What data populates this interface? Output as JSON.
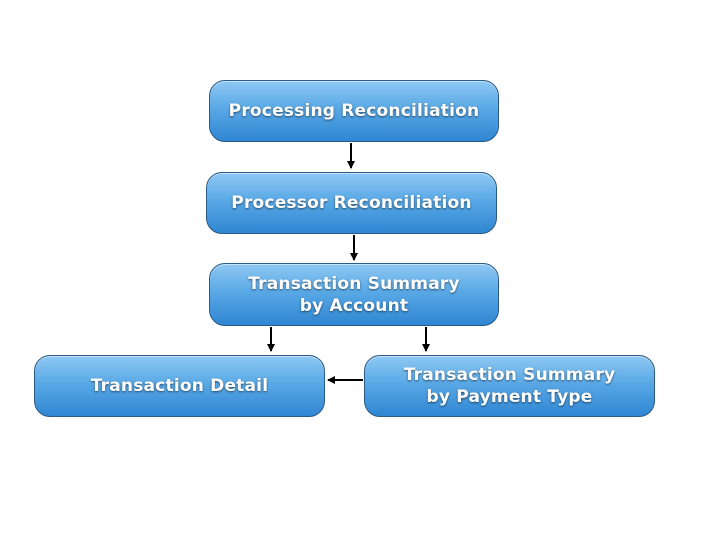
{
  "diagram": {
    "nodes": {
      "processing_reconciliation": {
        "line1": "Processing Reconciliation"
      },
      "processor_reconciliation": {
        "line1": "Processor Reconciliation"
      },
      "transaction_summary_by_account": {
        "line1": "Transaction Summary",
        "line2": "by Account"
      },
      "transaction_detail": {
        "line1": "Transaction Detail"
      },
      "transaction_summary_by_payment_type": {
        "line1": "Transaction Summary",
        "line2": "by Payment Type"
      }
    },
    "edges": [
      {
        "from": "Processing Reconciliation",
        "to": "Processor Reconciliation"
      },
      {
        "from": "Processor Reconciliation",
        "to": "Transaction Summary by Account"
      },
      {
        "from": "Transaction Summary by Account",
        "to": "Transaction Detail"
      },
      {
        "from": "Transaction Summary by Account",
        "to": "Transaction Summary by Payment Type"
      },
      {
        "from": "Transaction Summary by Payment Type",
        "to": "Transaction Detail"
      }
    ],
    "colors": {
      "node_fill_top": "#8ec8f3",
      "node_fill_bottom": "#2f86d2",
      "node_border": "#2a5a85",
      "text": "#ffffff",
      "arrow": "#000000"
    }
  }
}
